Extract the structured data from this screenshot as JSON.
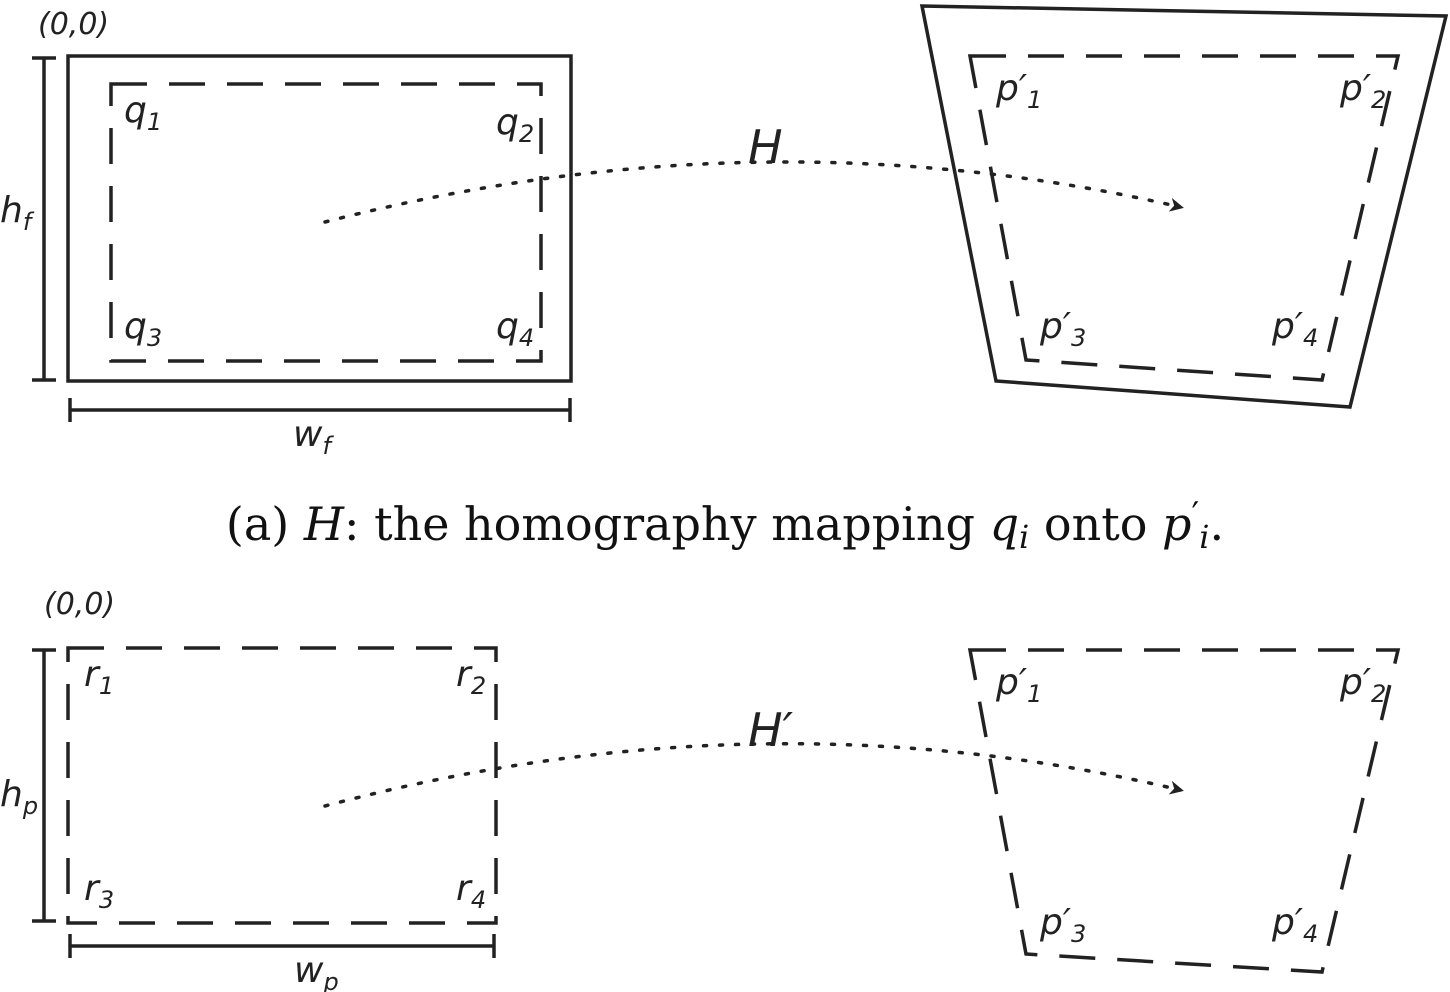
{
  "top": {
    "origin": "(0,0)",
    "height_label": {
      "base": "h",
      "sub": "f"
    },
    "width_label": {
      "base": "w",
      "sub": "f"
    },
    "arrow_label": "H",
    "source_corners": [
      {
        "base": "q",
        "sub": "1"
      },
      {
        "base": "q",
        "sub": "2"
      },
      {
        "base": "q",
        "sub": "3"
      },
      {
        "base": "q",
        "sub": "4"
      }
    ],
    "target_corners": [
      {
        "base": "p′",
        "sub": "1"
      },
      {
        "base": "p′",
        "sub": "2"
      },
      {
        "base": "p′",
        "sub": "3"
      },
      {
        "base": "p′",
        "sub": "4"
      }
    ]
  },
  "caption": {
    "prefix": "(a) ",
    "h": "H",
    "middle": ": the homography mapping ",
    "q": "q",
    "q_sub": "i",
    "onto": " onto ",
    "p": "p",
    "p_prime": "′",
    "p_sub": "i",
    "end": "."
  },
  "bottom": {
    "origin": "(0,0)",
    "height_label": {
      "base": "h",
      "sub": "p"
    },
    "width_label": {
      "base": "w",
      "sub": "p"
    },
    "arrow_label": "H′",
    "source_corners": [
      {
        "base": "r",
        "sub": "1"
      },
      {
        "base": "r",
        "sub": "2"
      },
      {
        "base": "r",
        "sub": "3"
      },
      {
        "base": "r",
        "sub": "4"
      }
    ],
    "target_corners": [
      {
        "base": "p′",
        "sub": "1"
      },
      {
        "base": "p′",
        "sub": "2"
      },
      {
        "base": "p′",
        "sub": "3"
      },
      {
        "base": "p′",
        "sub": "4"
      }
    ]
  }
}
